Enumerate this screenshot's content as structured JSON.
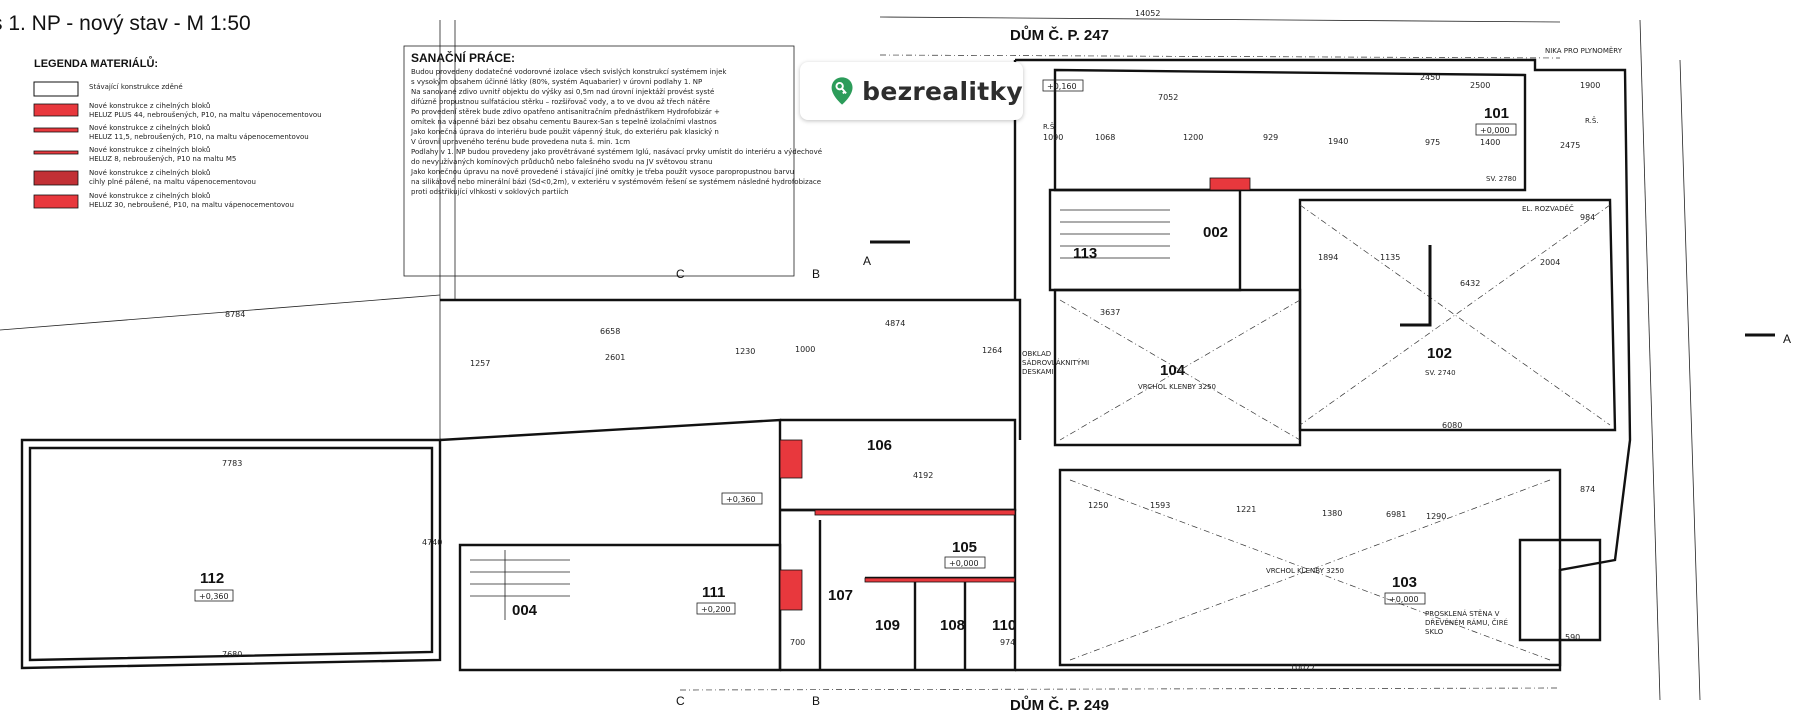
{
  "title": "s 1. NP - nový stav - M 1:50",
  "legend": {
    "heading": "LEGENDA MATERIÁLŮ:",
    "items": [
      {
        "line1": "Stávající konstrukce zděné",
        "line2": ""
      },
      {
        "line1": "Nové konstrukce z cihelných bloků",
        "line2": "HELUZ PLUS 44, nebroušených, P10, na maltu vápenocementovou"
      },
      {
        "line1": "Nové konstrukce z cihelných bloků",
        "line2": "HELUZ 11,5, nebroušených, P10, na maltu vápenocementovou"
      },
      {
        "line1": "Nové konstrukce z cihelných bloků",
        "line2": "HELUZ 8, nebroušených, P10 na maltu M5"
      },
      {
        "line1": "Nové konstrukce z cihelných bloků",
        "line2": "cihly plné pálené, na maltu vápenocementovou"
      },
      {
        "line1": "Nové konstrukce z cihelných bloků",
        "line2": "HELUZ 30, nebroušené, P10, na maltu vápenocementovou"
      }
    ],
    "colors": {
      "new_wall": "#e8383d"
    }
  },
  "notes": {
    "heading": "SANAČNÍ PRÁCE:",
    "lines": [
      "Budou provedeny dodatečné vodorovné izolace všech svislých konstrukcí systémem injek",
      "s vysokým obsahem účinné látky (80%, systém Aquabarier) v úrovni podlahy 1. NP",
      "Na sanované zdivo uvnitř objektu do výšky asi 0,5m nad úrovní injektáží provést systé",
      "difúzně propustnou sulfatáciou stěrku – rozšiřovač vody, a to ve dvou až třech nátěre",
      "Po provedení stěrek bude zdivo opatřeno antisanitračním přednástřikem Hydrofobizár +",
      "omítek na vápenné bázi bez obsahu cementu Baurex-San s tepelně izolačními vlastnos",
      "Jako konečná úprava do interiéru bude použit vápenný štuk, do exteriéru pak klasický n",
      "V úrovni upraveného terénu bude provedena nuta š. min. 1cm",
      "Podlahy v 1. NP budou provedeny jako provětrávané systémem Iglú, nasávací prvky umístit do interiéru a výdechové",
      "do nevyužívaných komínových průduchů nebo falešného svodu na JV světovou stranu",
      "Jako konečnou úpravu na nově provedené i stávající jiné omítky je třeba použít vysoce paropropustnou barvu",
      "na silikátové nebo minerální bázi (Sd<0,2m), v exteriéru v systémovém řešení se systémem následné hydrofobizace",
      "proti odstřikující vlhkosti v soklových partiích"
    ]
  },
  "watermark": {
    "brand": "bezrealitky",
    "icon": "key-pin-icon",
    "color": "#2c9c5a"
  },
  "neighbors": {
    "top": "DŮM Č. P. 247",
    "bottom": "DŮM Č. P. 249"
  },
  "rooms": [
    {
      "id": "112",
      "level": "+0,360"
    },
    {
      "id": "111",
      "level": "+0,200"
    },
    {
      "id": "004",
      "level": ""
    },
    {
      "id": "107",
      "level": ""
    },
    {
      "id": "109",
      "level": ""
    },
    {
      "id": "108",
      "level": ""
    },
    {
      "id": "110",
      "level": ""
    },
    {
      "id": "106",
      "level": ""
    },
    {
      "id": "105",
      "level": "+0,000"
    },
    {
      "id": "104",
      "level": ""
    },
    {
      "id": "113",
      "level": ""
    },
    {
      "id": "002",
      "level": ""
    },
    {
      "id": "101",
      "level": "+0,000"
    },
    {
      "id": "102",
      "level": ""
    },
    {
      "id": "103",
      "level": "+0,000"
    }
  ],
  "annotations": {
    "nika": "NIKA PRO PLYNOMĚRY",
    "rozvadec": "EL. ROZVADĚČ",
    "vault_104": "VRCHOL KLENBY 3250",
    "vault_103": "VRCHOL KLENBY 3250",
    "sv_101": "SV. 2780",
    "sv_102": "SV. 2740",
    "glass_1": "PROSKLENÁ STĚNA V",
    "glass_2": "DŘEVĚNÉM RÁMU, ČIRÉ",
    "glass_3": "SKLO",
    "obklad_1": "OBKLAD",
    "obklad_2": "SÁDROVLÁKNITÝMI",
    "obklad_3": "DESKAMI",
    "level_top": "+0,160",
    "level_111b": "+0,360",
    "rs1": "R.Š.",
    "rs2": "R.Š."
  },
  "sections": {
    "c": "C",
    "b": "B",
    "a": "A"
  },
  "dimensions": {
    "d14052": "14052",
    "d7052": "7052",
    "d8784": "8784",
    "d6658": "6658",
    "d4874": "4874",
    "d7783": "7783",
    "d7680": "7680",
    "d4192": "4192",
    "d10077": "10077",
    "d6981": "6981",
    "d6432": "6432",
    "d6080": "6080",
    "d3637": "3637",
    "d2500a": "2500",
    "d1900": "1900",
    "d1090": "1090",
    "d1068": "1068",
    "d1200": "1200",
    "d929": "929",
    "d1940": "1940",
    "d975": "975",
    "d1400": "1400",
    "d2475": "2475",
    "d2450": "2450",
    "d1135": "1135",
    "d2004": "2004",
    "d1894": "1894",
    "d1257": "1257",
    "d2601": "2601",
    "d1230": "1230",
    "d1000": "1000",
    "d1264": "1264",
    "d4740": "4740",
    "d1250": "1250",
    "d1593": "1593",
    "d1221": "1221",
    "d1380": "1380",
    "d1290": "1290",
    "d984": "984",
    "d874": "874",
    "d590": "590",
    "d700": "700",
    "d974": "974"
  }
}
